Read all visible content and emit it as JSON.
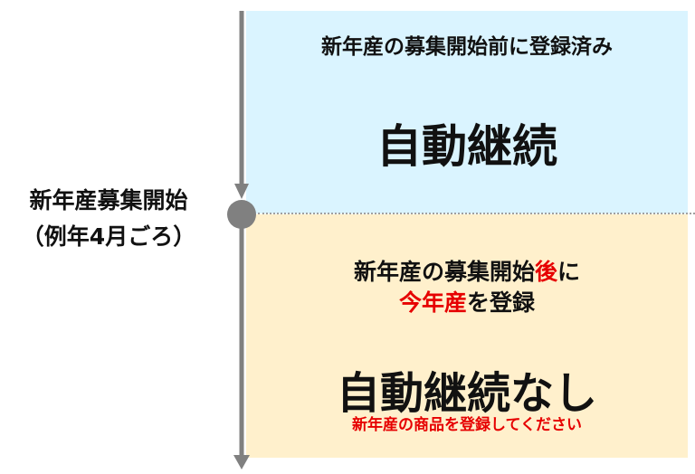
{
  "milestone": {
    "line1": "新年産募集開始",
    "line2": "（例年4月ごろ）"
  },
  "before": {
    "caption": "新年産の募集開始前に登録済み",
    "result": "自動継続"
  },
  "after": {
    "caption_a": "新年産の募集開始",
    "caption_b": "後",
    "caption_c": "に",
    "caption2_a": "今年産",
    "caption2_b": "を登録",
    "result": "自動継続なし",
    "note": "新年産の商品を登録してください"
  },
  "colors": {
    "before_bg": "#daf4ff",
    "after_bg": "#fff0cc",
    "accent": "#e60000",
    "timeline": "#808080"
  }
}
